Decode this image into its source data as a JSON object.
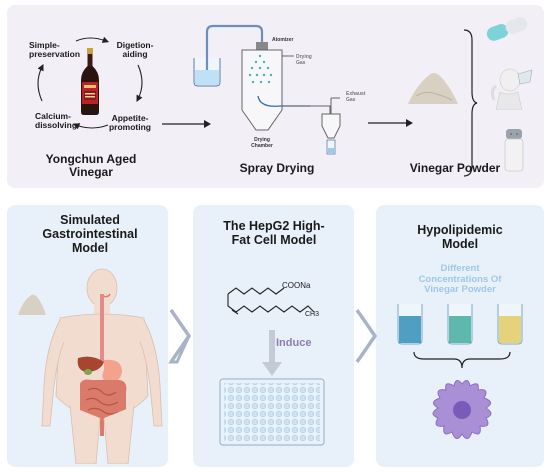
{
  "top": {
    "cycle": {
      "simple_preservation": "Simple-\npreservation",
      "digestion_aiding": "Digetion-\naiding",
      "calcium_dissolving": "Calcium-\ndissolving",
      "appetite_promoting": "Appetite-\npromoting"
    },
    "vinegar_title": "Yongchun Aged\nVinegar",
    "spray": {
      "atomizer": "Atomizer",
      "drying_gas": "Drying\nGas",
      "exhaust_gas": "Exhaust\nGas",
      "drying_chamber": "Drying\nChamber",
      "title": "Spray Drying"
    },
    "powder_title": "Vinegar Powder"
  },
  "panels": {
    "simulated": "Simulated\nGastrointestinal\nModel",
    "hepg2": "The HepG2 High-\nFat Cell Model",
    "coona": "COONa",
    "ch3": "CH3",
    "induce": "Induce",
    "hypolipidemic": "Hypolipidemic\nModel",
    "concentrations": "Different\nConcentrations Of\nVinegar Powder"
  },
  "colors": {
    "top_bg": "#f3eff7",
    "panel_bg": "#e8f1fa",
    "arrow_chevron": "#a8b4c6",
    "purple": "#8e7bb5",
    "concentration_text": "#9fc7e8"
  }
}
